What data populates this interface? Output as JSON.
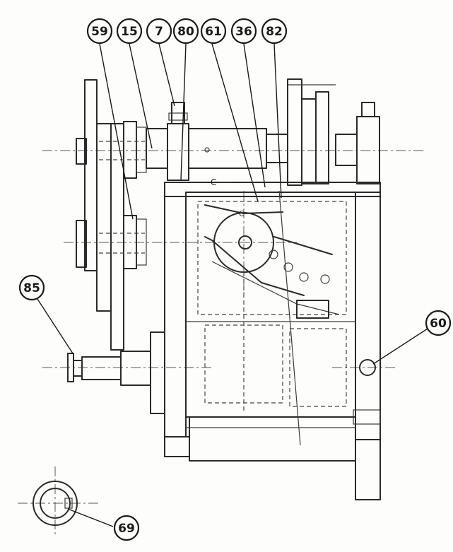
{
  "drawing": {
    "parts": {
      "p59": "59",
      "p15": "15",
      "p7": "7",
      "p80": "80",
      "p61": "61",
      "p36": "36",
      "p82": "82",
      "p85": "85",
      "p60": "60",
      "p69": "69"
    },
    "notes": {
      "arrow_label": "C",
      "arrow_label_2": "C"
    }
  }
}
